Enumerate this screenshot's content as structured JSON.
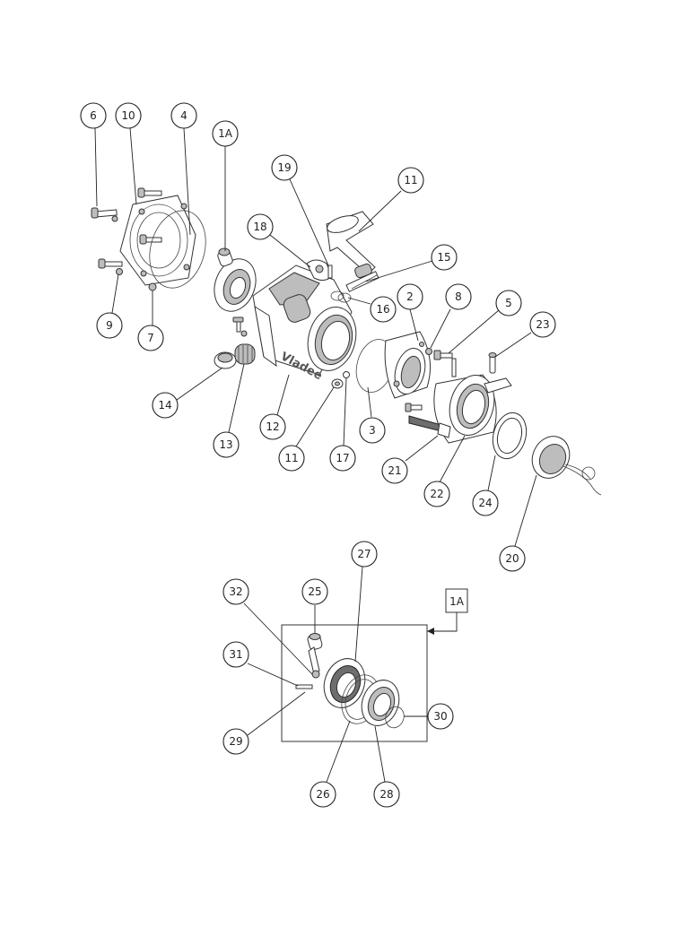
{
  "callouts": {
    "c6": "6",
    "c10": "10",
    "c4": "4",
    "c1a": "1A",
    "c19": "19",
    "c11a": "11",
    "c18": "18",
    "c15": "15",
    "c16": "16",
    "c2": "2",
    "c8": "8",
    "c5": "5",
    "c23": "23",
    "c9": "9",
    "c7": "7",
    "c14": "14",
    "c13": "13",
    "c12": "12",
    "c11b": "11",
    "c17": "17",
    "c3": "3",
    "c21": "21",
    "c22": "22",
    "c24": "24",
    "c20": "20",
    "c27": "27",
    "c32": "32",
    "c25": "25",
    "c31": "31",
    "c29": "29",
    "c30": "30",
    "c26": "26",
    "c28": "28"
  },
  "detail_tag": "1A",
  "body_branding": "Vladee"
}
